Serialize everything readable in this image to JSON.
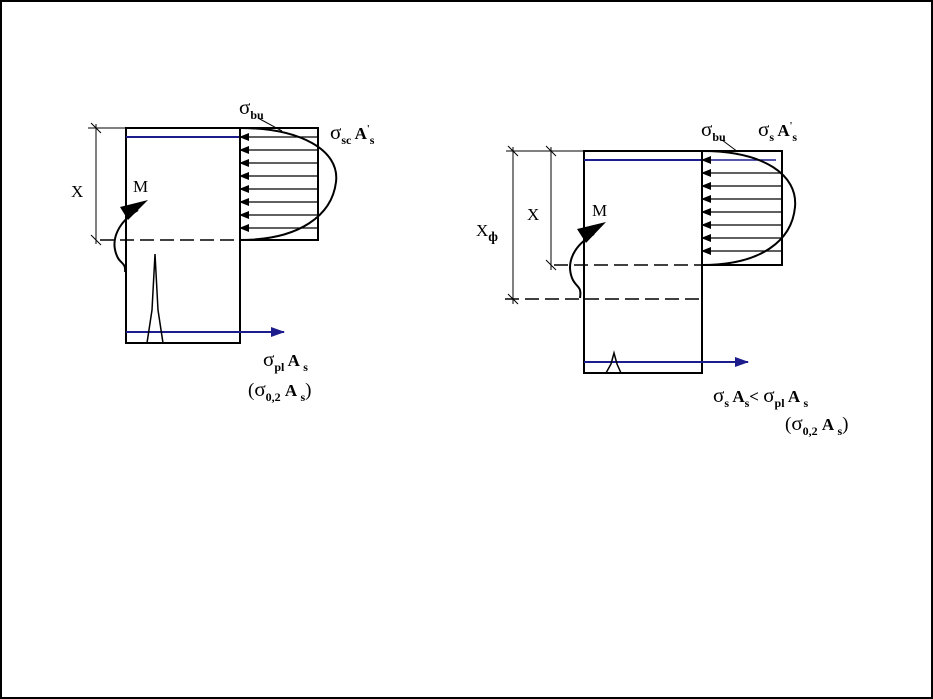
{
  "colors": {
    "line": "#000000",
    "reinforcement": "#1c1c8c",
    "background": "#ffffff"
  },
  "left": {
    "x_label": "X",
    "moment_label": "M",
    "top_sigma": "σ",
    "top_sub": "bu",
    "comp_sigma": "σ",
    "comp_sub": "sc",
    "comp_A": "A",
    "comp_sup": "'",
    "comp_sub2": "s",
    "tens_sigma": "σ",
    "tens_sub": "pl",
    "tens_A": "A",
    "tens_sub2": "s",
    "alt_open": "(",
    "alt_sigma": "σ",
    "alt_sub": "0,2",
    "alt_A": "A",
    "alt_sub2": "s",
    "alt_close": ")"
  },
  "right": {
    "xf_label": "X",
    "xf_sub": "ф",
    "x_label": "X",
    "moment_label": "M",
    "top_sigma": "σ",
    "top_sub": "bu",
    "comp_sigma": "σ",
    "comp_sub": "s",
    "comp_A": "A",
    "comp_sup": "'",
    "comp_sub2": "s",
    "tens_sigma": "σ",
    "tens_sub": "s",
    "tens_A": "A",
    "tens_sub2": "s",
    "tens_lt": "<",
    "tens_sigma2": "σ",
    "tens_sub3": "pl",
    "tens_A2": "A",
    "tens_sub4": "s",
    "alt_open": "(",
    "alt_sigma": "σ",
    "alt_sub": "0,2",
    "alt_A": "A",
    "alt_sub2": "s",
    "alt_close": ")"
  }
}
